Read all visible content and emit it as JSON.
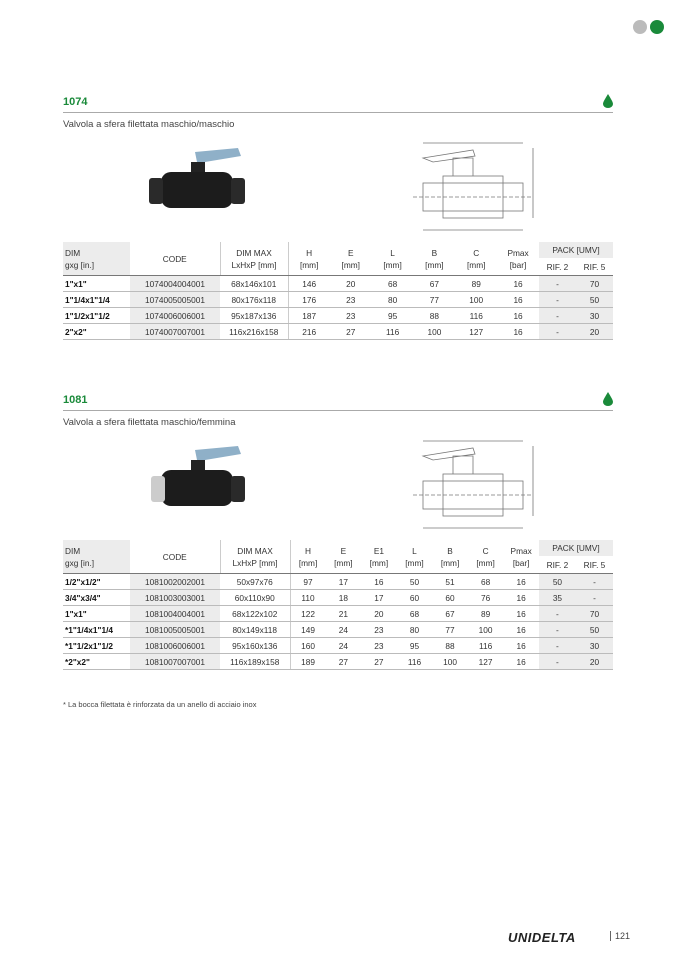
{
  "colors": {
    "accent": "#1a8a3a",
    "shade": "#ececec"
  },
  "sections": [
    {
      "code": "1074",
      "subtitle": "Valvola a sfera filettata maschio/maschio",
      "headers": {
        "dim": [
          "DIM",
          "gxg [in.]"
        ],
        "code": "CODE",
        "dimmax": [
          "DIM MAX",
          "LxHxP [mm]"
        ],
        "cols": [
          [
            "H",
            "[mm]"
          ],
          [
            "E",
            "[mm]"
          ],
          [
            "L",
            "[mm]"
          ],
          [
            "B",
            "[mm]"
          ],
          [
            "C",
            "[mm]"
          ],
          [
            "Pmax",
            "[bar]"
          ]
        ],
        "pack": "PACK [UMV]",
        "rif": [
          "RIF. 2",
          "RIF. 5"
        ]
      },
      "rows": [
        [
          "1\"x1\"",
          "1074004004001",
          "68x146x101",
          "146",
          "20",
          "68",
          "67",
          "89",
          "16",
          "-",
          "70"
        ],
        [
          "1\"1/4x1\"1/4",
          "1074005005001",
          "80x176x118",
          "176",
          "23",
          "80",
          "77",
          "100",
          "16",
          "-",
          "50"
        ],
        [
          "1\"1/2x1\"1/2",
          "1074006006001",
          "95x187x136",
          "187",
          "23",
          "95",
          "88",
          "116",
          "16",
          "-",
          "30"
        ],
        [
          "2\"x2\"",
          "1074007007001",
          "116x216x158",
          "216",
          "27",
          "116",
          "100",
          "127",
          "16",
          "-",
          "20"
        ]
      ]
    },
    {
      "code": "1081",
      "subtitle": "Valvola a sfera filettata maschio/femmina",
      "headers": {
        "dim": [
          "DIM",
          "gxg [in.]"
        ],
        "code": "CODE",
        "dimmax": [
          "DIM MAX",
          "LxHxP [mm]"
        ],
        "cols": [
          [
            "H",
            "[mm]"
          ],
          [
            "E",
            "[mm]"
          ],
          [
            "E1",
            "[mm]"
          ],
          [
            "L",
            "[mm]"
          ],
          [
            "B",
            "[mm]"
          ],
          [
            "C",
            "[mm]"
          ],
          [
            "Pmax",
            "[bar]"
          ]
        ],
        "pack": "PACK [UMV]",
        "rif": [
          "RIF. 2",
          "RIF. 5"
        ]
      },
      "rows": [
        [
          "1/2\"x1/2\"",
          "1081002002001",
          "50x97x76",
          "97",
          "17",
          "16",
          "50",
          "51",
          "68",
          "16",
          "50",
          "-"
        ],
        [
          "3/4\"x3/4\"",
          "1081003003001",
          "60x110x90",
          "110",
          "18",
          "17",
          "60",
          "60",
          "76",
          "16",
          "35",
          "-"
        ],
        [
          "1\"x1\"",
          "1081004004001",
          "68x122x102",
          "122",
          "21",
          "20",
          "68",
          "67",
          "89",
          "16",
          "-",
          "70"
        ],
        [
          "*1\"1/4x1\"1/4",
          "1081005005001",
          "80x149x118",
          "149",
          "24",
          "23",
          "80",
          "77",
          "100",
          "16",
          "-",
          "50"
        ],
        [
          "*1\"1/2x1\"1/2",
          "1081006006001",
          "95x160x136",
          "160",
          "24",
          "23",
          "95",
          "88",
          "116",
          "16",
          "-",
          "30"
        ],
        [
          "*2\"x2\"",
          "1081007007001",
          "116x189x158",
          "189",
          "27",
          "27",
          "116",
          "100",
          "127",
          "16",
          "-",
          "20"
        ]
      ]
    }
  ],
  "footnote": "* La bocca filettata è rinforzata da un anello di acciaio inox",
  "footer": {
    "brand": "UNIDELTA",
    "page": "121"
  }
}
